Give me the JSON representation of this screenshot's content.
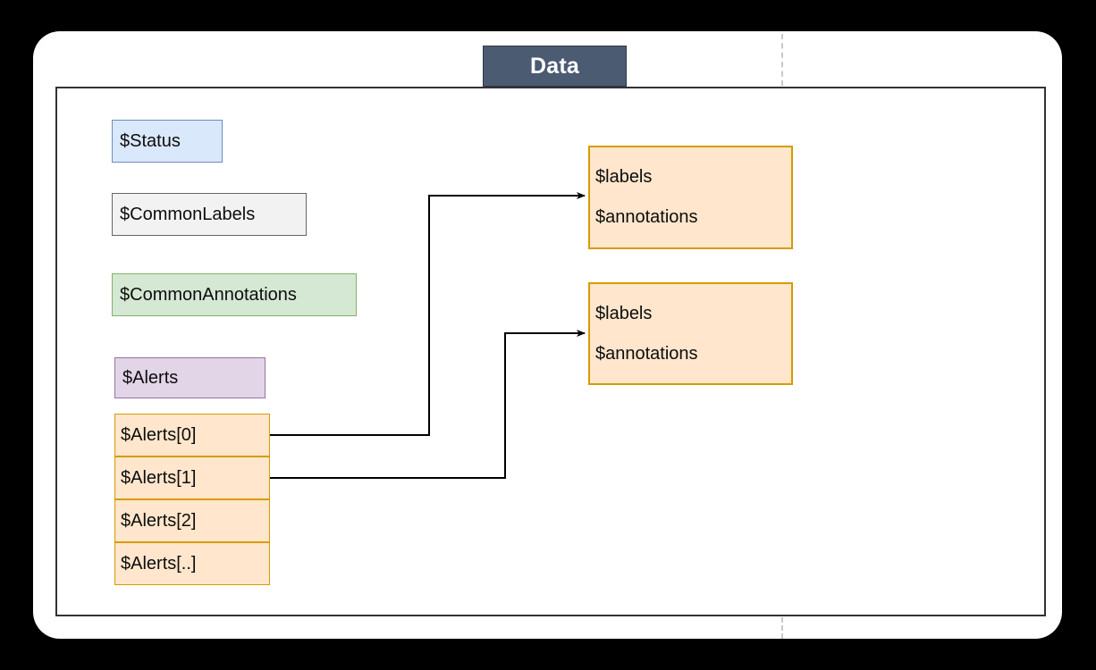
{
  "diagram": {
    "title": "Data",
    "left_column": [
      {
        "key": "status",
        "label": "$Status"
      },
      {
        "key": "common_labels",
        "label": "$CommonLabels"
      },
      {
        "key": "common_annotations",
        "label": "$CommonAnnotations"
      },
      {
        "key": "alerts",
        "label": "$Alerts"
      }
    ],
    "alert_items": [
      {
        "label": "$Alerts[0]"
      },
      {
        "label": "$Alerts[1]"
      },
      {
        "label": "$Alerts[2]"
      },
      {
        "label": "$Alerts[..]"
      }
    ],
    "detail_boxes": [
      {
        "labels": "$labels",
        "annotations": "$annotations"
      },
      {
        "labels": "$labels",
        "annotations": "$annotations"
      }
    ],
    "connections": [
      {
        "from": "$Alerts[0]",
        "to": "detail-box-1"
      },
      {
        "from": "$Alerts[1]",
        "to": "detail-box-2"
      }
    ],
    "colors": {
      "header_tab_fill": "#4b5b72",
      "header_tab_text": "#ffffff",
      "status_fill": "#dae8fc",
      "status_stroke": "#6c8ebf",
      "common_labels_fill": "#f2f2f2",
      "common_labels_stroke": "#666666",
      "common_annotations_fill": "#d5e8d4",
      "common_annotations_stroke": "#82b366",
      "alerts_fill": "#e1d5e7",
      "alerts_stroke": "#9673a6",
      "alert_item_fill": "#ffe6cc",
      "alert_item_stroke": "#d79b00",
      "connector_stroke": "#000000",
      "frame_stroke": "#333333",
      "guide_stroke": "#c8c8c8",
      "page_background": "#000000",
      "card_background": "#ffffff"
    }
  }
}
